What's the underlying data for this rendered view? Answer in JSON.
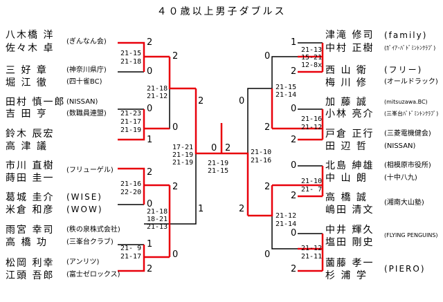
{
  "title": "４０歳以上男子ダブルス",
  "left": [
    {
      "p1": "八木橋 洋",
      "p2": "佐々木 卓",
      "aff": "(ぎんなん会)"
    },
    {
      "p1": "三 好 章",
      "p2": "堀 江 徹",
      "aff1": "(神奈川県庁)",
      "aff2": "(四十雀BC)"
    },
    {
      "p1": "田村 慎一郎",
      "p2": "吉 田 亨",
      "aff1": "(NISSAN)",
      "aff2": "(数職員連盟)"
    },
    {
      "p1": "鈴木 辰宏",
      "p2": "高 津 議"
    },
    {
      "p1": "市川 直樹",
      "p2": "蒔田 圭一",
      "aff": "(フリューゲル)"
    },
    {
      "p1": "葛城 圭介",
      "p2": "米倉 和彦",
      "aff1": "(WISE)",
      "aff2": "(WOW)"
    },
    {
      "p1": "雨宮 幸司",
      "p2": "高 橋 功",
      "aff1": "(秩の泉株式会社)",
      "aff2": "(三峯台クラブ)"
    },
    {
      "p1": "松岡 利幸",
      "p2": "江頭 吾郎",
      "aff1": "(アンリツ)",
      "aff2": "(富士ゼロックス)"
    }
  ],
  "right": [
    {
      "p1": "津滝 修司",
      "p2": "中村 正樹",
      "aff1": "(family)",
      "aff2": "(ｶﾞｲｱ･ﾊﾞﾄﾞﾐﾝﾄﾝｸﾗﾌﾞ)"
    },
    {
      "p1": "西 山 衛",
      "p2": "梅 川 修",
      "aff1": "(フリー)",
      "aff2": "(オールドラック)"
    },
    {
      "p1": "加 藤 誠",
      "p2": "小林 亮介",
      "aff1": "(mitsuzawa.BC)",
      "aff2": "(三峯台ﾊﾞﾄﾞﾐﾝﾄﾝｸﾗﾌﾞ)"
    },
    {
      "p1": "戸倉 正行",
      "p2": "田 辺 哲",
      "aff1": "(三菱電機健会)",
      "aff2": "(NISSAN)"
    },
    {
      "p1": "北島 紳雄",
      "p2": "中 山 朗",
      "aff1": "(相模原市役所)",
      "aff2": "(十中八九)"
    },
    {
      "p1": "高 橋 誠",
      "p2": "嶋田 清文",
      "aff": "(湘南大山塾)"
    },
    {
      "p1": "中井 輝久",
      "p2": "塩田 剛史",
      "aff": "(FLYING PENGUINS)"
    },
    {
      "p1": "薗藤 孝一",
      "p2": "杉 浦 学",
      "aff": "(PIERO)"
    }
  ],
  "scores": {
    "l1": [
      "21-15",
      "21-18"
    ],
    "l2": [
      "21-23",
      "21-17",
      "21-19"
    ],
    "l3": [
      "21-16",
      "22-20"
    ],
    "l4": [
      "21- 9",
      "21-17"
    ],
    "l5": [
      "21-18",
      "21-12"
    ],
    "l6": [
      "21-18",
      "18-21",
      "21-13"
    ],
    "l7": [
      "17-21",
      "21-19",
      "21-19"
    ],
    "r1": [
      "21-13",
      "15-21",
      "12-8x"
    ],
    "r2": [
      "21-16",
      "21-12"
    ],
    "r3": [
      "21-10",
      "21- 7"
    ],
    "r4": [
      "21-12",
      "21-11"
    ],
    "r5": [
      "21-15",
      "21-14"
    ],
    "r6": [
      "21-12",
      "21-14"
    ],
    "r7": [
      "21-10",
      "21-16"
    ],
    "f": [
      "21-19",
      "21-15"
    ]
  },
  "results": {
    "l1": [
      "2",
      "0"
    ],
    "l2": [
      "0",
      "1"
    ],
    "l3": [
      "2",
      "0"
    ],
    "l4": [
      "1",
      "2"
    ],
    "l5": [
      "2",
      "0"
    ],
    "l6": [
      "2",
      "0"
    ],
    "l7": [
      "2",
      "1"
    ],
    "r1": [
      "1",
      "2"
    ],
    "r2": [
      "0",
      "2"
    ],
    "r3": [
      "0",
      "2"
    ],
    "r4": [
      "0",
      "2"
    ],
    "r5": [
      "0",
      "2"
    ],
    "r6": [
      "2",
      "0"
    ],
    "r7": [
      "0",
      "2"
    ],
    "f": [
      "0",
      "2"
    ]
  },
  "colors": {
    "win": "#e8000b",
    "line": "#000000"
  }
}
